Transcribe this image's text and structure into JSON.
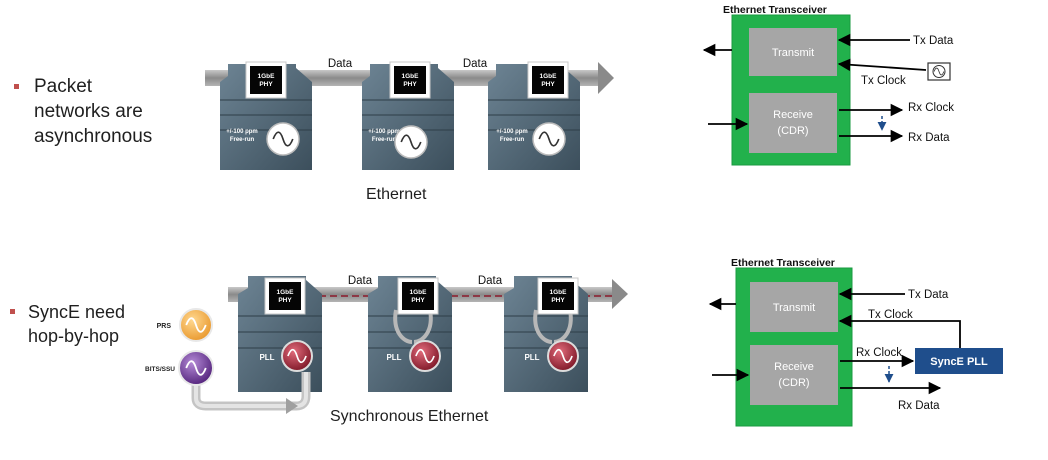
{
  "top": {
    "bullet_lines": [
      "Packet",
      "networks are",
      "asynchronous"
    ],
    "caption": "Ethernet",
    "data_labels": [
      "Data",
      "Data"
    ],
    "phy_label": [
      "1GbE",
      "PHY"
    ],
    "ppm_label": [
      "+/-100 ppm",
      "Free-run"
    ],
    "transceiver": {
      "title": "Ethernet Transceiver",
      "transmit": "Transmit",
      "receive": [
        "Receive",
        "(CDR)"
      ],
      "tx_data": "Tx Data",
      "tx_clock": "Tx Clock",
      "rx_clock": "Rx Clock",
      "rx_data": "Rx Data"
    }
  },
  "bottom": {
    "bullet_lines": [
      "SyncE need",
      "hop-by-hop"
    ],
    "caption": "Synchronous Ethernet",
    "data_labels": [
      "Data",
      "Data"
    ],
    "phy_label": [
      "1GbE",
      "PHY"
    ],
    "pll_label": "PLL",
    "prs_label": "PRS",
    "bits_label": "BITS/SSU",
    "transceiver": {
      "title": "Ethernet Transceiver",
      "transmit": "Transmit",
      "receive": [
        "Receive",
        "(CDR)"
      ],
      "tx_data": "Tx Data",
      "tx_clock": "Tx Clock",
      "rx_clock": "Rx Clock",
      "rx_data": "Rx Data",
      "synce_pll": "SyncE PLL"
    }
  },
  "colors": {
    "bullet": "#c0504d",
    "transceiver_green": "#22b14c",
    "block_gray": "#a6a6a6",
    "synce_blue": "#1f4e8c",
    "pll_red": "#8b1a2b",
    "prs_orange": "#f0a030",
    "bits_purple": "#6a2d91"
  }
}
